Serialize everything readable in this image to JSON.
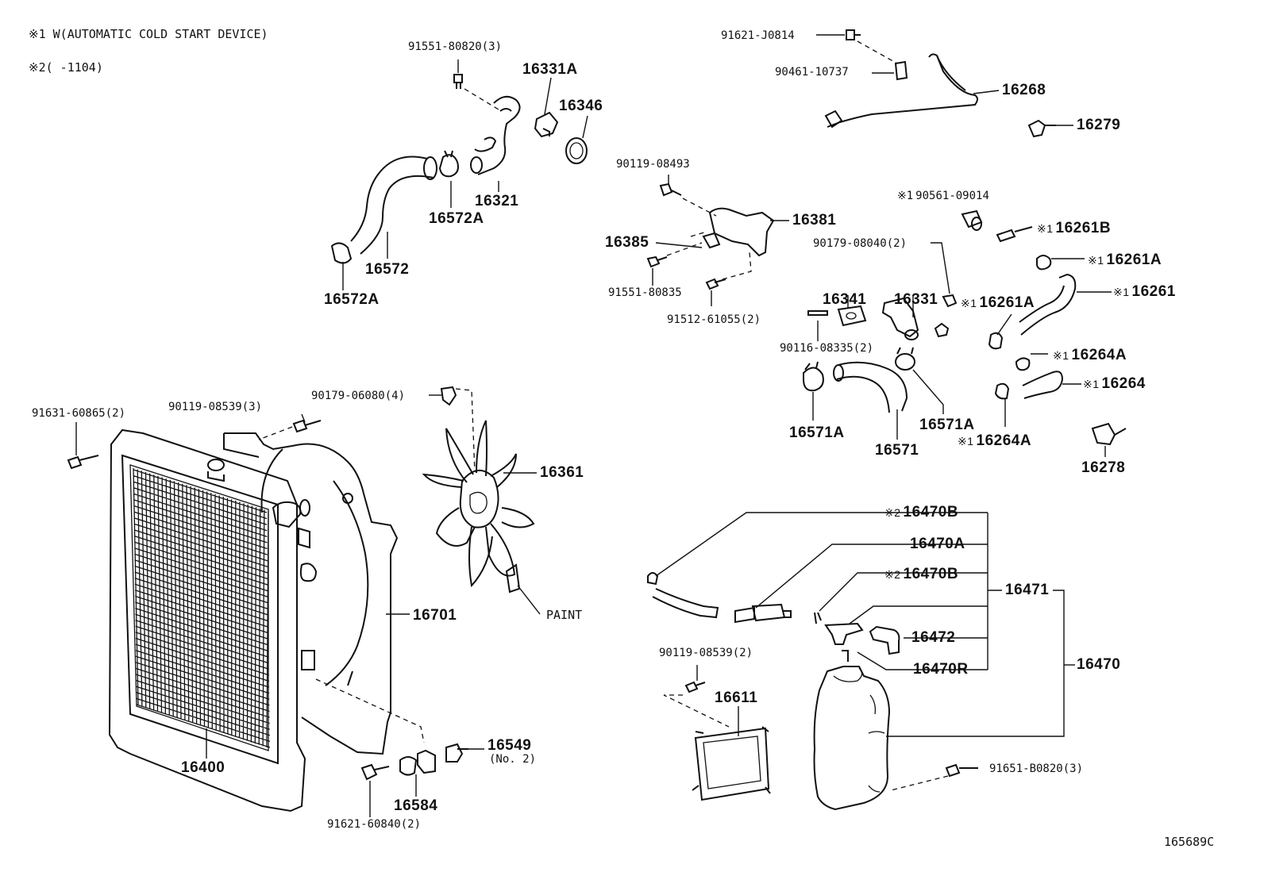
{
  "notes": {
    "note1": "※1 W(AUTOMATIC COLD START DEVICE)",
    "note2": "※2(     -1104)"
  },
  "marker1": "※1",
  "marker2": "※2",
  "parts": {
    "p91551_80820": "91551-80820(3)",
    "p16331A": "16331A",
    "p16346": "16346",
    "p16321": "16321",
    "p16572A_top": "16572A",
    "p16572": "16572",
    "p16572A_bot": "16572A",
    "p91621_J0814": "91621-J0814",
    "p90461_10737": "90461-10737",
    "p16268": "16268",
    "p16279": "16279",
    "p90119_08493": "90119-08493",
    "p16381": "16381",
    "p16385": "16385",
    "p91551_80835": "91551-80835",
    "p91512_61055": "91512-61055(2)",
    "p90561_09014": "90561-09014",
    "p16261B": "16261B",
    "p90179_08040": "90179-08040(2)",
    "p16261A_1": "16261A",
    "p16341": "16341",
    "p16331": "16331",
    "p16261A_2": "16261A",
    "p16261": "16261",
    "p90116_08335": "90116-08335(2)",
    "p16264A_1": "16264A",
    "p16264": "16264",
    "p16571A_1": "16571A",
    "p16571A_2": "16571A",
    "p16571": "16571",
    "p16264A_2": "16264A",
    "p16278": "16278",
    "p91631_60865": "91631-60865(2)",
    "p90119_08539_3": "90119-08539(3)",
    "p90179_06080": "90179-06080(4)",
    "p16361": "16361",
    "p16701": "16701",
    "paint": "PAINT",
    "p16400": "16400",
    "p16549": "16549",
    "p16549_sub": "(No. 2)",
    "p16584": "16584",
    "p91621_60840": "91621-60840(2)",
    "p16470B_1": "16470B",
    "p16470A": "16470A",
    "p16470B_2": "16470B",
    "p16471": "16471",
    "p16472": "16472",
    "p16470R": "16470R",
    "p16470": "16470",
    "p90119_08539_2": "90119-08539(2)",
    "p16611": "16611",
    "p91651_B0820": "91651-B0820(3)"
  },
  "diagram_id": "165689C"
}
